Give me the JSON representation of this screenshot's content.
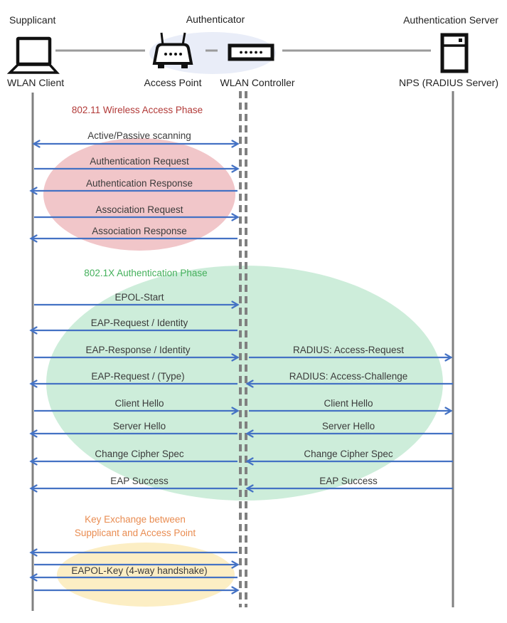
{
  "actors": {
    "supplicant": {
      "role": "Supplicant",
      "device": "WLAN Client"
    },
    "authenticator": {
      "role": "Authenticator",
      "access_point": "Access Point",
      "wlan_controller": "WLAN Controller"
    },
    "auth_server": {
      "role": "Authentication Server",
      "device": "NPS (RADIUS Server)"
    }
  },
  "icons": {
    "supplicant": "laptop-icon",
    "access_point": "wireless-router-icon",
    "wlan_controller": "controller-box-icon",
    "auth_server": "server-icon"
  },
  "phases": {
    "wireless_access": {
      "title": "802.11 Wireless Access Phase",
      "title_color": "#b23a38",
      "ellipse_color": "#f1c6c9"
    },
    "authentication": {
      "title": "802.1X Authentication Phase",
      "title_color": "#44b05b",
      "ellipse_color": "#cdedda"
    },
    "key_exchange": {
      "title_line1": "Key Exchange between",
      "title_line2": "Supplicant and Access Point",
      "title_color": "#e98c51",
      "ellipse_color": "#fceec4"
    }
  },
  "left_messages": [
    {
      "label": "Active/Passive scanning",
      "from": "WLAN Client",
      "to": "WLAN Controller",
      "direction": "bidirectional"
    },
    {
      "label": "Authentication Request",
      "from": "WLAN Client",
      "to": "WLAN Controller",
      "direction": "right"
    },
    {
      "label": "Authentication Response",
      "from": "WLAN Controller",
      "to": "WLAN Client",
      "direction": "left"
    },
    {
      "label": "Association Request",
      "from": "WLAN Client",
      "to": "WLAN Controller",
      "direction": "right"
    },
    {
      "label": "Association Response",
      "from": "WLAN Controller",
      "to": "WLAN Client",
      "direction": "left"
    },
    {
      "label": "EPOL-Start",
      "from": "WLAN Client",
      "to": "WLAN Controller",
      "direction": "right"
    },
    {
      "label": "EAP-Request / Identity",
      "from": "WLAN Controller",
      "to": "WLAN Client",
      "direction": "left"
    },
    {
      "label": "EAP-Response / Identity",
      "from": "WLAN Client",
      "to": "WLAN Controller",
      "direction": "right"
    },
    {
      "label": "EAP-Request / (Type)",
      "from": "WLAN Controller",
      "to": "WLAN Client",
      "direction": "left"
    },
    {
      "label": "Client Hello",
      "from": "WLAN Client",
      "to": "WLAN Controller",
      "direction": "right"
    },
    {
      "label": "Server Hello",
      "from": "WLAN Controller",
      "to": "WLAN Client",
      "direction": "left"
    },
    {
      "label": "Change Cipher Spec",
      "from": "WLAN Controller",
      "to": "WLAN Client",
      "direction": "left"
    },
    {
      "label": "EAP Success",
      "from": "WLAN Controller",
      "to": "WLAN Client",
      "direction": "left"
    },
    {
      "label": "EAPOL-Key (4-way handshake)",
      "from": "WLAN Client",
      "to": "WLAN Controller",
      "direction": "4-way"
    }
  ],
  "right_messages": [
    {
      "label": "RADIUS: Access-Request",
      "from": "WLAN Controller",
      "to": "NPS (RADIUS Server)",
      "direction": "right"
    },
    {
      "label": "RADIUS: Access-Challenge",
      "from": "NPS (RADIUS Server)",
      "to": "WLAN Controller",
      "direction": "left"
    },
    {
      "label": "Client Hello",
      "from": "WLAN Controller",
      "to": "NPS (RADIUS Server)",
      "direction": "right"
    },
    {
      "label": "Server Hello",
      "from": "NPS (RADIUS Server)",
      "to": "WLAN Controller",
      "direction": "left"
    },
    {
      "label": "Change Cipher Spec",
      "from": "NPS (RADIUS Server)",
      "to": "WLAN Controller",
      "direction": "left"
    },
    {
      "label": "EAP Success",
      "from": "NPS (RADIUS Server)",
      "to": "WLAN Controller",
      "direction": "left"
    }
  ],
  "colors": {
    "arrow": "#4472c4",
    "lifeline": "#808080",
    "connector": "#9b9b9b",
    "authenticator_group_fill": "#e9edf8",
    "message_text": "#3b3b3b"
  }
}
